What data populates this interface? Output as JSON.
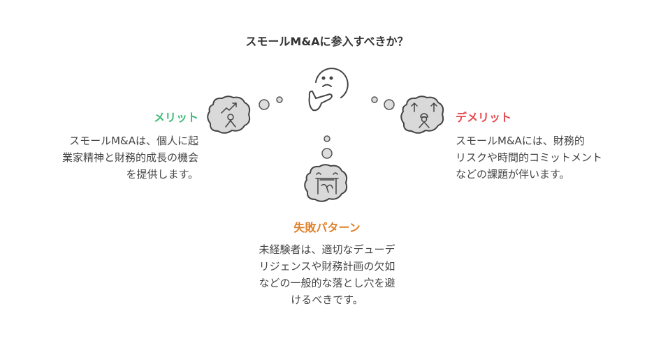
{
  "title": "スモールM&Aに参入すべきか？",
  "merit": {
    "heading": "メリット",
    "body": "スモールM&Aは、個人に起\n業家精神と財務的成長の機会\nを提供します。",
    "color": "#3dbb78"
  },
  "demerit": {
    "heading": "デメリット",
    "body": "スモールM&Aには、財務的\nリスクや時間的コミットメント\nなどの課題が伴います。",
    "color": "#e5484d"
  },
  "failure": {
    "heading": "失敗パターン",
    "body": "未経験者は、適切なデューデ\nリジェンスや財務計画の欠如\nなどの一般的な落とし穴を避\nけるべきです。",
    "color": "#e0802a"
  }
}
